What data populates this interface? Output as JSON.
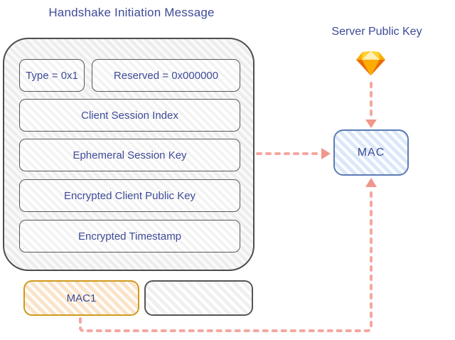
{
  "diagram": {
    "title": "Handshake Initiation Message",
    "packet": {
      "header_row": [
        {
          "label": "Type = 0x1"
        },
        {
          "label": "Reserved = 0x000000"
        }
      ],
      "fields": [
        {
          "label": "Client Session Index"
        },
        {
          "label": "Ephemeral Session Key"
        },
        {
          "label": "Encrypted Client Public Key"
        },
        {
          "label": "Encrypted Timestamp"
        }
      ],
      "mac1_label": "MAC1"
    },
    "mac_node": {
      "label": "MAC"
    },
    "server_key": {
      "label": "Server Public Key",
      "icon": "gem-icon"
    },
    "colors": {
      "text": "#3E4B97",
      "arrow": "#F4A7A0",
      "arrowhead": "#F0968D",
      "mac_border": "#5C7CB6",
      "mac_stripe": "#DCE8FA",
      "mac1_border": "#D09A1E",
      "mac1_stripe": "#FAE3C9",
      "box_border": "#4D4D4D",
      "gem_yellow": "#FDB300",
      "gem_orange": "#EA6C00"
    }
  }
}
